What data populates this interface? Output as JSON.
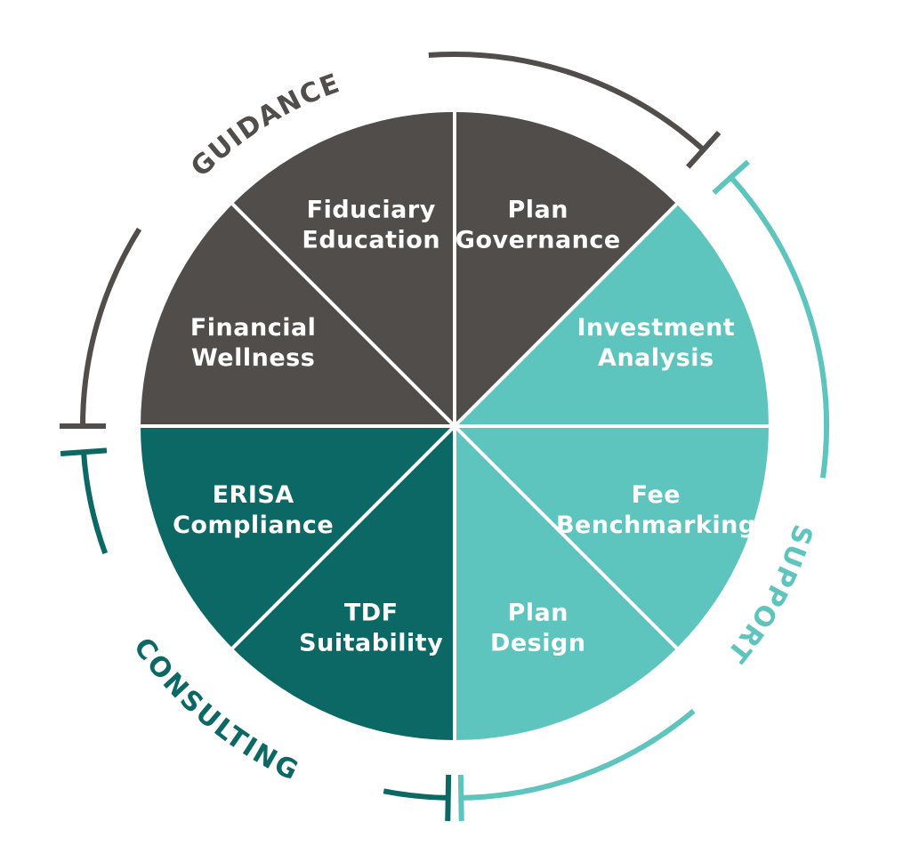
{
  "colors": {
    "guidance": "#514d4a",
    "support": "#5ec4be",
    "consulting": "#0b6864",
    "divider": "#ffffff",
    "background": "#ffffff"
  },
  "wheel": {
    "segments": [
      {
        "group": "guidance",
        "lines": [
          "Plan",
          "Governance"
        ]
      },
      {
        "group": "support",
        "lines": [
          "Investment",
          "Analysis"
        ]
      },
      {
        "group": "support",
        "lines": [
          "Fee",
          "Benchmarking"
        ]
      },
      {
        "group": "support",
        "lines": [
          "Plan",
          "Design"
        ]
      },
      {
        "group": "consulting",
        "lines": [
          "TDF",
          "Suitability"
        ]
      },
      {
        "group": "consulting",
        "lines": [
          "ERISA",
          "Compliance"
        ]
      },
      {
        "group": "guidance",
        "lines": [
          "Financial",
          "Wellness"
        ]
      },
      {
        "group": "guidance",
        "lines": [
          "Fiduciary",
          "Education"
        ]
      }
    ]
  },
  "groups": {
    "guidance": {
      "label": "GUIDANCE"
    },
    "support": {
      "label": "SUPPORT"
    },
    "consulting": {
      "label": "CONSULTING"
    }
  }
}
